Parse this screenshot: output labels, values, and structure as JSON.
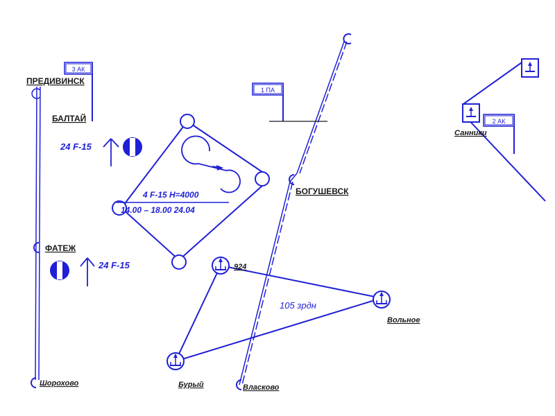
{
  "colors": {
    "primary": "#1f1fd6",
    "text_dark": "#1a1a1a",
    "background": "#ffffff"
  },
  "places": {
    "predivinsk": "ПРЕДИВИНСК",
    "baltai": "БАЛТАЙ",
    "fatezh": "ФАТЕЖ",
    "shorokhovo": "Шорохово",
    "bogushevsk": "БОГУШЕВСК",
    "vlaskovo": "Власково",
    "bury": "Бурый",
    "volnoe": "Вольное",
    "sanniki": "Санники"
  },
  "flags": {
    "ak3": "3 АК",
    "pa1": "1 ПА",
    "ak2": "2 АК"
  },
  "groups": {
    "upper": "24 F-15",
    "lower": "24 F-15"
  },
  "patrol_zone": {
    "line1": "4 F-15 Н=4000",
    "line2": "14.00 – 18.00 24.04"
  },
  "sam": {
    "number": "924",
    "unit": "105 зрдн"
  },
  "icons": [
    "airfield-icon",
    "sam-site-icon",
    "flight-direction-arrow-icon",
    "flag-icon"
  ]
}
